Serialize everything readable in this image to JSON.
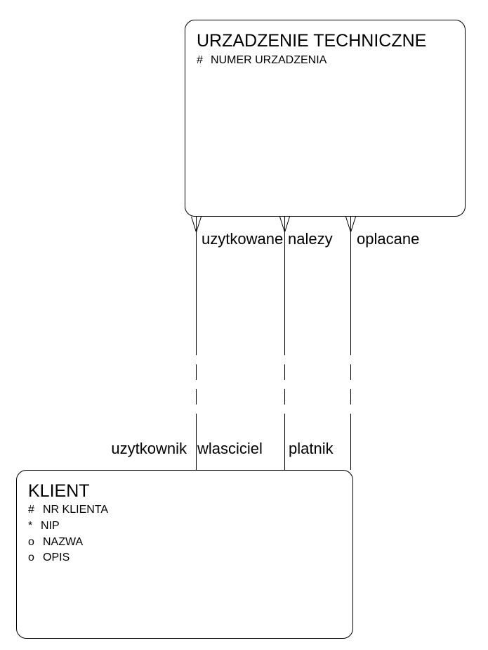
{
  "entities": {
    "urzadzenie": {
      "name": "URZADZENIE TECHNICZNE",
      "attributes": [
        {
          "marker": "#",
          "name": "NUMER URZADZENIA"
        }
      ]
    },
    "klient": {
      "name": "KLIENT",
      "attributes": [
        {
          "marker": "#",
          "name": "NR KLIENTA"
        },
        {
          "marker": "*",
          "name": "NIP"
        },
        {
          "marker": "o",
          "name": "NAZWA"
        },
        {
          "marker": "o",
          "name": "OPIS"
        }
      ]
    }
  },
  "relationships": [
    {
      "top_label": "uzytkowane",
      "bottom_label": "uzytkownik"
    },
    {
      "top_label": "nalezy",
      "bottom_label": "wlasciciel"
    },
    {
      "top_label": "oplacane",
      "bottom_label": "platnik"
    }
  ]
}
